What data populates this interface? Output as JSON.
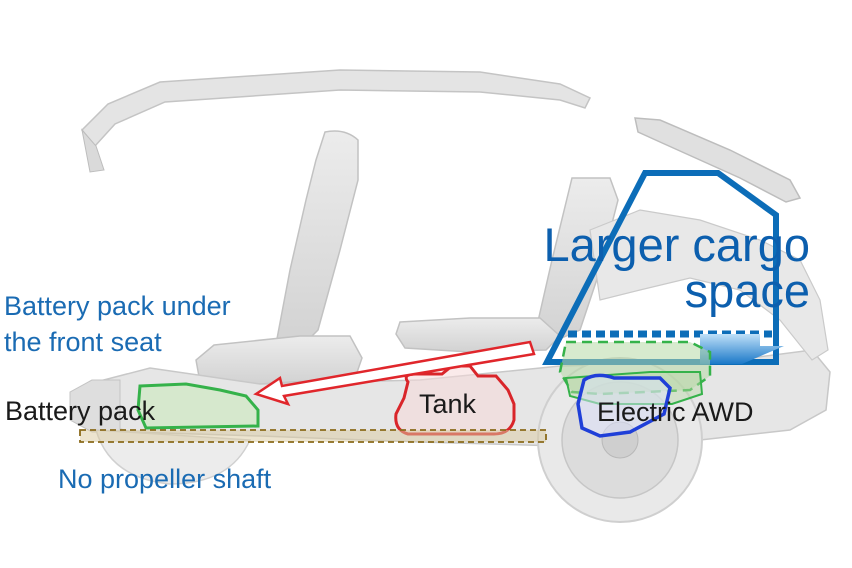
{
  "labels": {
    "cargo_line1": "Larger cargo",
    "cargo_line2": "space",
    "front_seat_line1": "Battery pack under",
    "front_seat_line2": "the front seat",
    "battery_pack": "Battery pack",
    "tank": "Tank",
    "electric_awd": "Electric AWD",
    "no_shaft": "No propeller shaft"
  },
  "colors": {
    "cargo_outline": "#0c6db8",
    "label_blue": "#1a6bb3",
    "label_dark": "#1a1a1a",
    "tank_outline": "#d9252a",
    "battery_outline": "#35b24a",
    "awd_outline": "#1f3fd8",
    "arrow_outline": "#e0262b",
    "shaft_outline": "#8a6a1a",
    "car_gray": "#d6d6d6"
  }
}
